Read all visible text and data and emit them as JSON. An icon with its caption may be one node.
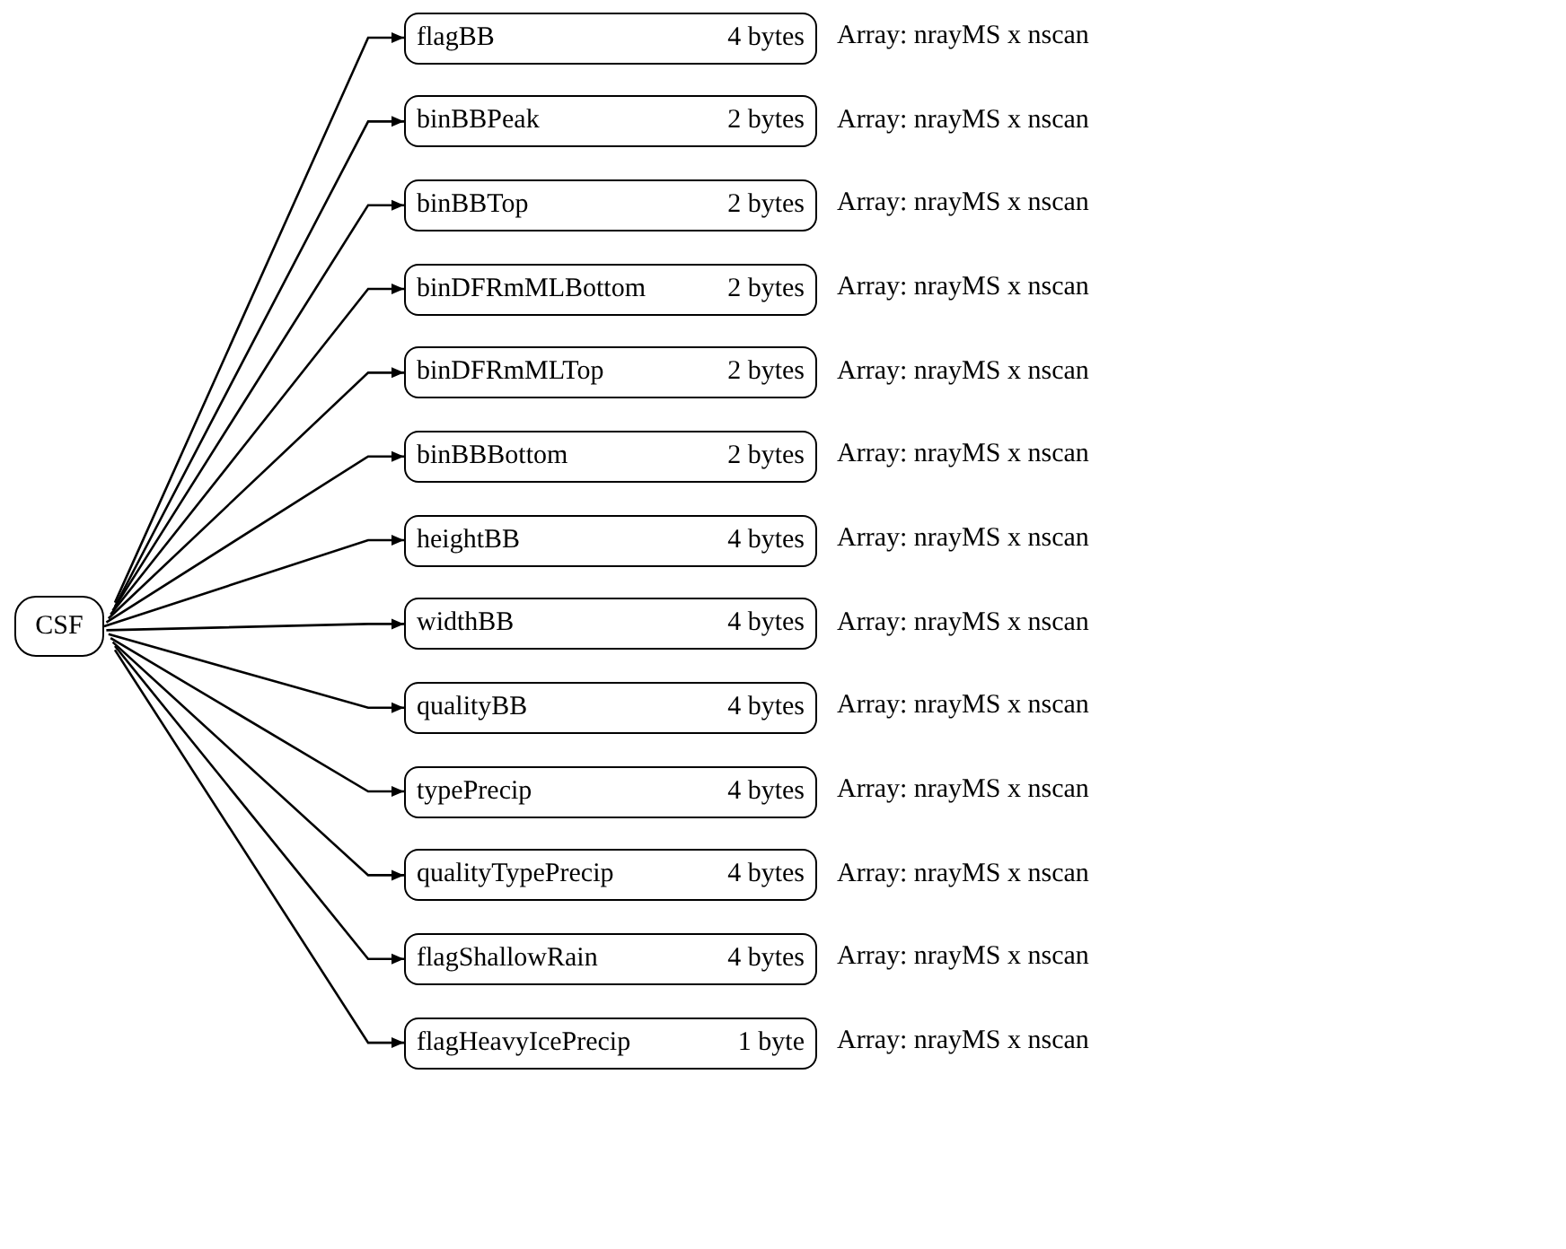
{
  "diagram": {
    "nodes": [
      {
        "text": [
          "CSF"
        ]
      },
      {
        "text": [
          "flagBB",
          "4 bytes"
        ],
        "beside": [
          "Array: nrayMS x nscan"
        ]
      },
      {
        "text": [
          "binBBPeak",
          "2 bytes"
        ],
        "beside": [
          "Array: nrayMS x nscan"
        ]
      },
      {
        "text": [
          "binBBTop",
          "2 bytes"
        ],
        "beside": [
          "Array: nrayMS x nscan"
        ]
      },
      {
        "text": [
          "binDFRmMLBottom",
          "2 bytes"
        ],
        "beside": [
          "Array: nrayMS x nscan"
        ]
      },
      {
        "text": [
          "binDFRmMLTop",
          "2 bytes"
        ],
        "beside": [
          "Array: nrayMS x nscan"
        ]
      },
      {
        "text": [
          "binBBBottom",
          "2 bytes"
        ],
        "beside": [
          "Array: nrayMS x nscan"
        ]
      },
      {
        "text": [
          "heightBB",
          "4 bytes"
        ],
        "beside": [
          "Array: nrayMS x nscan"
        ]
      },
      {
        "text": [
          "widthBB",
          "4 bytes"
        ],
        "beside": [
          "Array: nrayMS x nscan"
        ]
      },
      {
        "text": [
          "qualityBB",
          "4 bytes"
        ],
        "beside": [
          "Array: nrayMS x nscan"
        ]
      },
      {
        "text": [
          "typePrecip",
          "4 bytes"
        ],
        "beside": [
          "Array: nrayMS x nscan"
        ]
      },
      {
        "text": [
          "qualityTypePrecip",
          "4 bytes"
        ],
        "beside": [
          "Array: nrayMS x nscan"
        ]
      },
      {
        "text": [
          "flagShallowRain",
          "4 bytes"
        ],
        "beside": [
          "Array: nrayMS x nscan"
        ]
      },
      {
        "text": [
          "flagHeavyIcePrecip",
          "1 byte"
        ],
        "beside": [
          "Array: nrayMS x nscan"
        ]
      }
    ],
    "edges": [
      {
        "from": 0,
        "to": 1,
        "arrow": "to"
      },
      {
        "from": 0,
        "to": 2,
        "arrow": "to"
      },
      {
        "from": 0,
        "to": 3,
        "arrow": "to"
      },
      {
        "from": 0,
        "to": 4,
        "arrow": "to"
      },
      {
        "from": 0,
        "to": 5,
        "arrow": "to"
      },
      {
        "from": 0,
        "to": 6,
        "arrow": "to"
      },
      {
        "from": 0,
        "to": 7,
        "arrow": "to"
      },
      {
        "from": 0,
        "to": 8,
        "arrow": "to"
      },
      {
        "from": 0,
        "to": 9,
        "arrow": "to"
      },
      {
        "from": 0,
        "to": 10,
        "arrow": "to"
      },
      {
        "from": 0,
        "to": 11,
        "arrow": "to"
      },
      {
        "from": 0,
        "to": 12,
        "arrow": "to"
      },
      {
        "from": 0,
        "to": 13,
        "arrow": "to"
      }
    ]
  }
}
